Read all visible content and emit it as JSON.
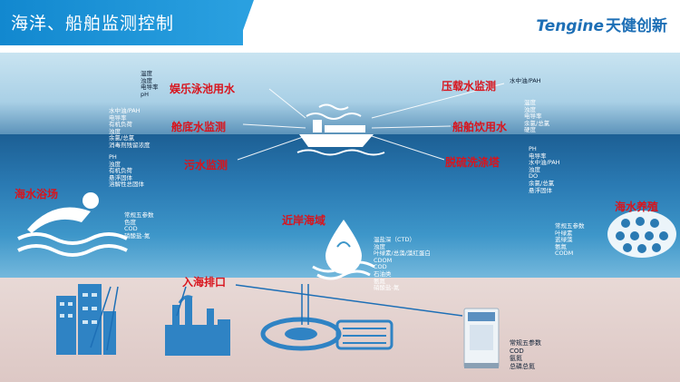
{
  "header": {
    "title": "海洋、船舶监测控制",
    "logo_text": "Tengine",
    "logo_cn": "天健创新",
    "accent": "#1288cf"
  },
  "sections": {
    "entertainment_pool": {
      "label": "娱乐泳池用水",
      "params": [
        "温度",
        "浊度",
        "电导率",
        "pH"
      ]
    },
    "bilge_water": {
      "label": "舱底水监测",
      "params": [
        "水中油/PAH",
        "电导率",
        "有机负荷",
        "浊度",
        "余氯/总氯",
        "消毒剂残留浓度"
      ]
    },
    "sewage": {
      "label": "污水监测",
      "params": [
        "PH",
        "浊度",
        "有机负荷",
        "悬浮固体",
        "溶解性总固体"
      ]
    },
    "ballast_water": {
      "label": "压载水监测",
      "params": [
        "水中油/PAH"
      ]
    },
    "ship_drinking": {
      "label": "船舶饮用水",
      "params": [
        "温度",
        "浊度",
        "电导率",
        "余氯/总氯",
        "硬度"
      ]
    },
    "desulfurization": {
      "label": "脱硫洗涤塔",
      "params": [
        "PH",
        "电导率",
        "水中油/PAH",
        "浊度",
        "DO",
        "余氯/总氯",
        "悬浮固体"
      ]
    },
    "seawater_bath": {
      "label": "海水浴场",
      "params": [
        "常规五参数",
        "色度",
        "COD",
        "硝酸盐-氮"
      ]
    },
    "coastal": {
      "label": "近岸海域",
      "params": [
        "温盐深（CTD）",
        "浊度",
        "叶绿素/总藻/藻红蛋白",
        "CDOM",
        "COD",
        "石油类",
        "氨氮",
        "硝酸盐-氮"
      ]
    },
    "aquaculture": {
      "label": "海水养殖",
      "params": [
        "常规五参数",
        "叶绿素",
        "蓝绿藻",
        "氨氮",
        "CODM"
      ]
    },
    "outfall": {
      "label": "入海排口"
    },
    "analyzer": {
      "params": [
        "常规五参数",
        "COD",
        "氨氮",
        "总磷总氮"
      ]
    }
  },
  "icons": [
    "ship-icon",
    "swimmer-icon",
    "water-drop-icon",
    "fish-farm-icon",
    "buildings-icon",
    "factory-icon",
    "treatment-plant-icon",
    "analyzer-cabinet-icon"
  ]
}
